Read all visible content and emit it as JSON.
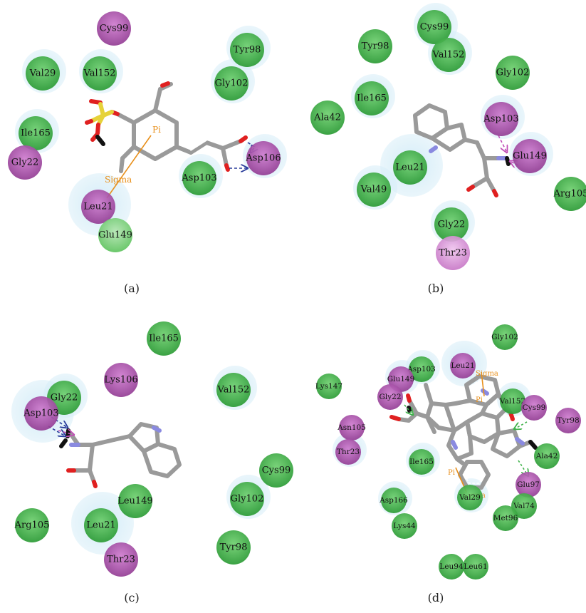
{
  "colors": {
    "green": "#2fa23a",
    "green_light": "#7ed37f",
    "purple": "#a0449f",
    "purple_light": "#d98fd7",
    "halo": "#cbe8f6",
    "ligand": "#9a9a9a",
    "oxygen": "#e02020",
    "sulfur": "#e6d23a",
    "nitrogen": "#8a8ae0",
    "pi_sigma": "#e8901c",
    "hbond": "#283c9a",
    "pi_anion": "#c24fb8",
    "carbon_hbond": "#3fb24a"
  },
  "panels": [
    {
      "label": "(a)",
      "residues": [
        {
          "name": "Cys99",
          "kind": "purple"
        },
        {
          "name": "Val29",
          "kind": "green"
        },
        {
          "name": "Val152",
          "kind": "green"
        },
        {
          "name": "Tyr98",
          "kind": "green"
        },
        {
          "name": "Gly102",
          "kind": "green"
        },
        {
          "name": "Ile165",
          "kind": "green"
        },
        {
          "name": "Gly22",
          "kind": "purple"
        },
        {
          "name": "Asp106",
          "kind": "purple"
        },
        {
          "name": "Asp103",
          "kind": "green"
        },
        {
          "name": "Leu21",
          "kind": "purple"
        },
        {
          "name": "Glu149",
          "kind": "green"
        }
      ],
      "interactions": [
        "Pi",
        "Sigma"
      ]
    },
    {
      "label": "(b)",
      "residues": [
        {
          "name": "Cys99",
          "kind": "green"
        },
        {
          "name": "Tyr98",
          "kind": "green"
        },
        {
          "name": "Val152",
          "kind": "green"
        },
        {
          "name": "Gly102",
          "kind": "green"
        },
        {
          "name": "Ile165",
          "kind": "green"
        },
        {
          "name": "Ala42",
          "kind": "green"
        },
        {
          "name": "Asp103",
          "kind": "purple"
        },
        {
          "name": "Leu21",
          "kind": "green"
        },
        {
          "name": "Glu149",
          "kind": "purple"
        },
        {
          "name": "Val49",
          "kind": "green"
        },
        {
          "name": "Arg105",
          "kind": "green"
        },
        {
          "name": "Gly22",
          "kind": "green"
        },
        {
          "name": "Thr23",
          "kind": "purple"
        }
      ],
      "interactions": []
    },
    {
      "label": "(c)",
      "residues": [
        {
          "name": "Ile165",
          "kind": "green"
        },
        {
          "name": "Lys106",
          "kind": "purple"
        },
        {
          "name": "Gly22",
          "kind": "green"
        },
        {
          "name": "Asp103",
          "kind": "purple"
        },
        {
          "name": "Val152",
          "kind": "green"
        },
        {
          "name": "Cys99",
          "kind": "green"
        },
        {
          "name": "Leu21",
          "kind": "green"
        },
        {
          "name": "Leu149",
          "kind": "green"
        },
        {
          "name": "Gly102",
          "kind": "green"
        },
        {
          "name": "Arg105",
          "kind": "green"
        },
        {
          "name": "Tyr98",
          "kind": "green"
        },
        {
          "name": "Thr23",
          "kind": "purple"
        }
      ],
      "interactions": []
    },
    {
      "label": "(d)",
      "residues": [
        {
          "name": "Gly102",
          "kind": "green"
        },
        {
          "name": "Asp103",
          "kind": "green"
        },
        {
          "name": "Leu21",
          "kind": "purple"
        },
        {
          "name": "Glu149",
          "kind": "purple"
        },
        {
          "name": "Lys147",
          "kind": "green"
        },
        {
          "name": "Gly22",
          "kind": "purple"
        },
        {
          "name": "Val152",
          "kind": "green"
        },
        {
          "name": "Cys99",
          "kind": "purple"
        },
        {
          "name": "Tyr98",
          "kind": "purple"
        },
        {
          "name": "Asn105",
          "kind": "purple"
        },
        {
          "name": "Thr23",
          "kind": "purple"
        },
        {
          "name": "Ile165",
          "kind": "green"
        },
        {
          "name": "Ala42",
          "kind": "green"
        },
        {
          "name": "Glu97",
          "kind": "purple"
        },
        {
          "name": "Asp166",
          "kind": "green"
        },
        {
          "name": "Val29",
          "kind": "green"
        },
        {
          "name": "Val74",
          "kind": "green"
        },
        {
          "name": "Met96",
          "kind": "green"
        },
        {
          "name": "Lys44",
          "kind": "green"
        },
        {
          "name": "Leu94",
          "kind": "green"
        },
        {
          "name": "Leu61",
          "kind": "green"
        }
      ],
      "interactions": [
        "Sigma",
        "Pi",
        "Pi",
        "Sigma"
      ]
    }
  ]
}
